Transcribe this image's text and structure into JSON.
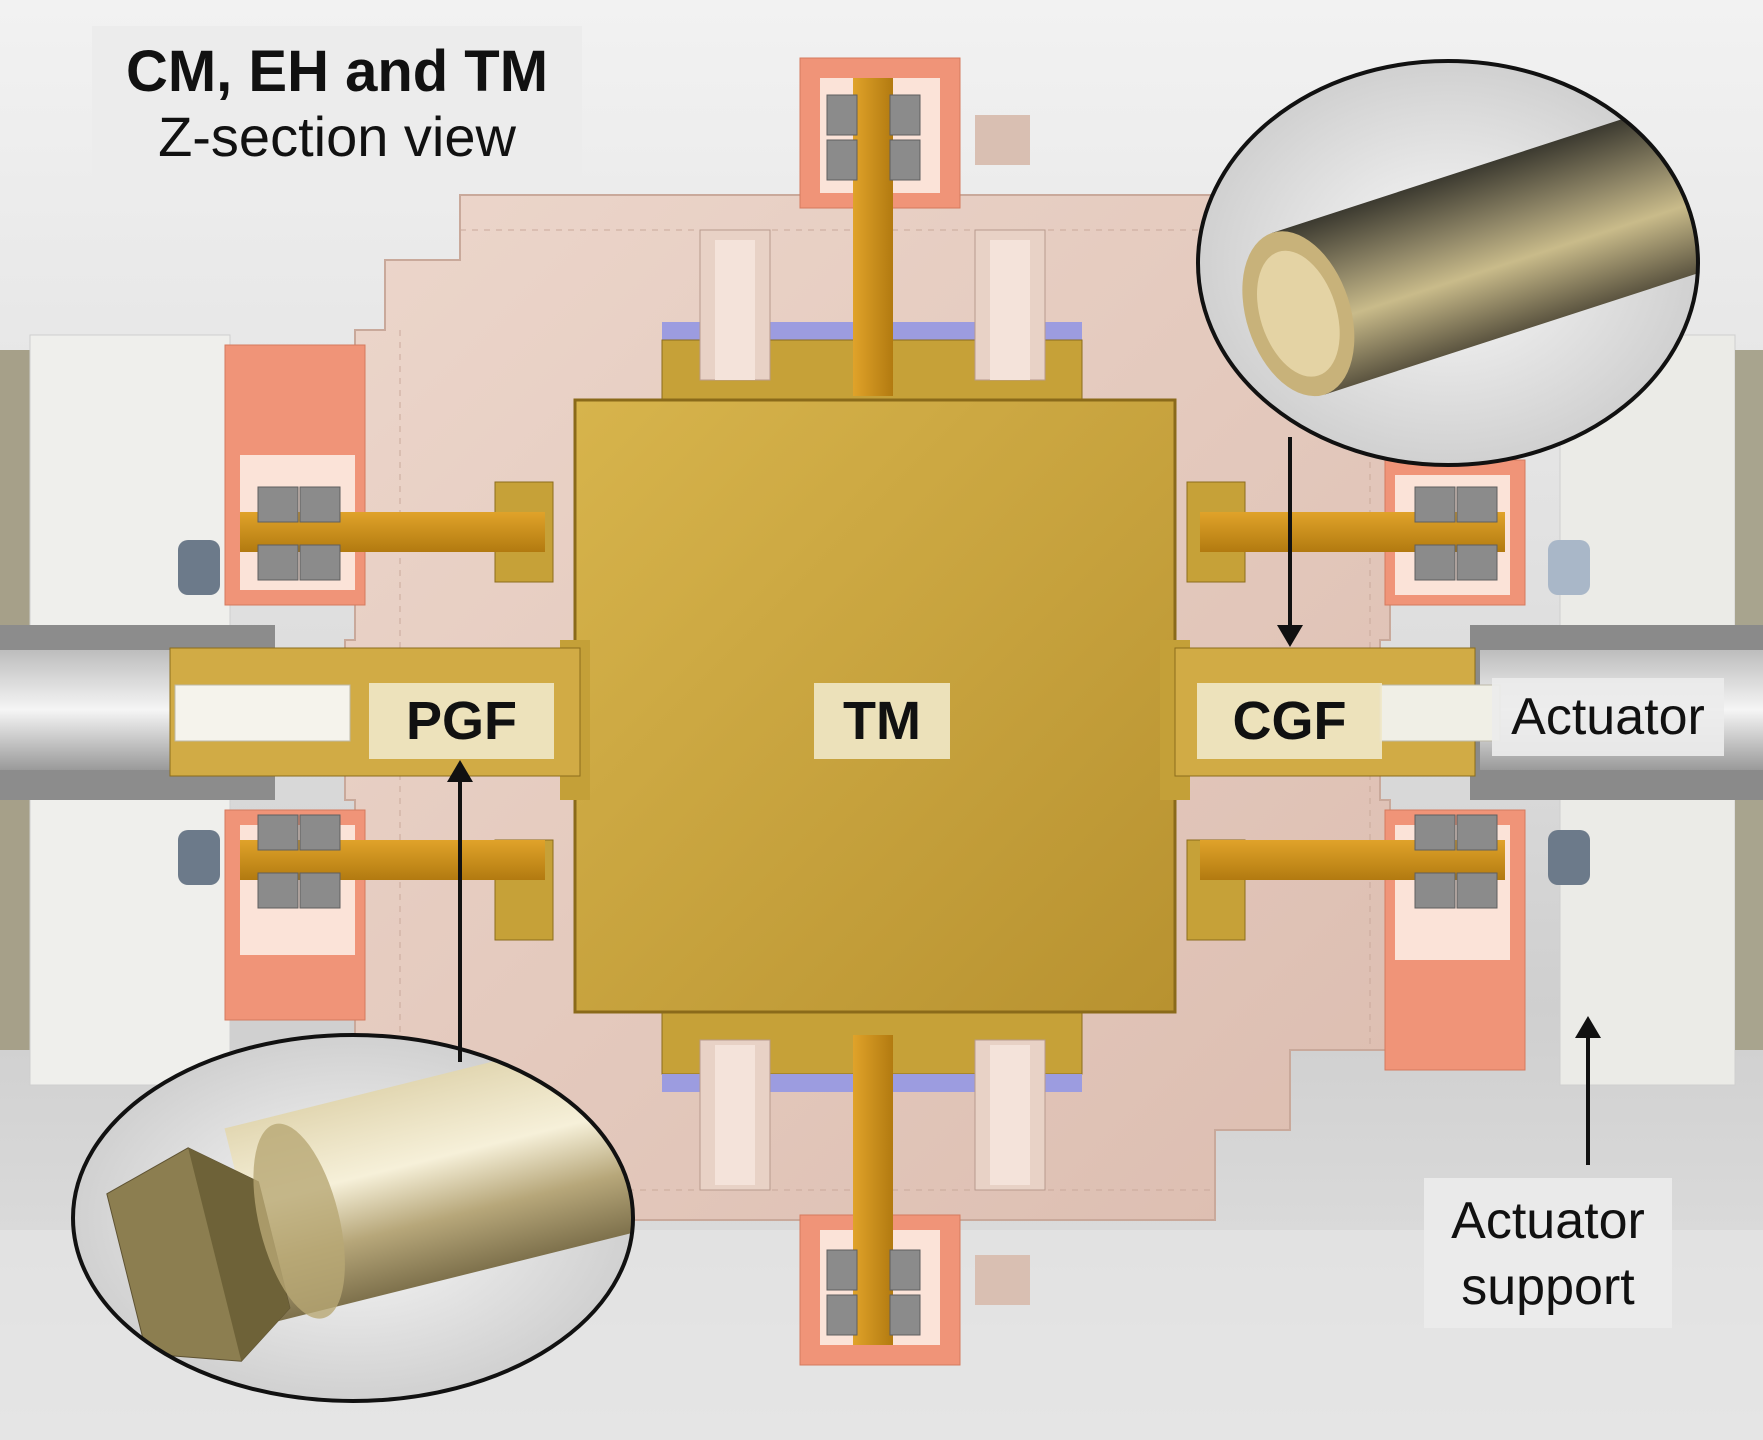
{
  "title": {
    "line1": "CM, EH and TM",
    "line2": "Z-section view"
  },
  "labels": {
    "pgf": "PGF",
    "tm": "TM",
    "cgf": "CGF",
    "actuator": "Actuator",
    "actuator_support_line1": "Actuator",
    "actuator_support_line2": "support"
  },
  "colors": {
    "test_mass": "#c9a43a",
    "housing": "#e3c6b8",
    "bracket": "#f08f70",
    "rod": "#c88b17",
    "insulator": "#9c9ce0",
    "support": "#ececea",
    "actuator_body": "#8a8a8a"
  }
}
